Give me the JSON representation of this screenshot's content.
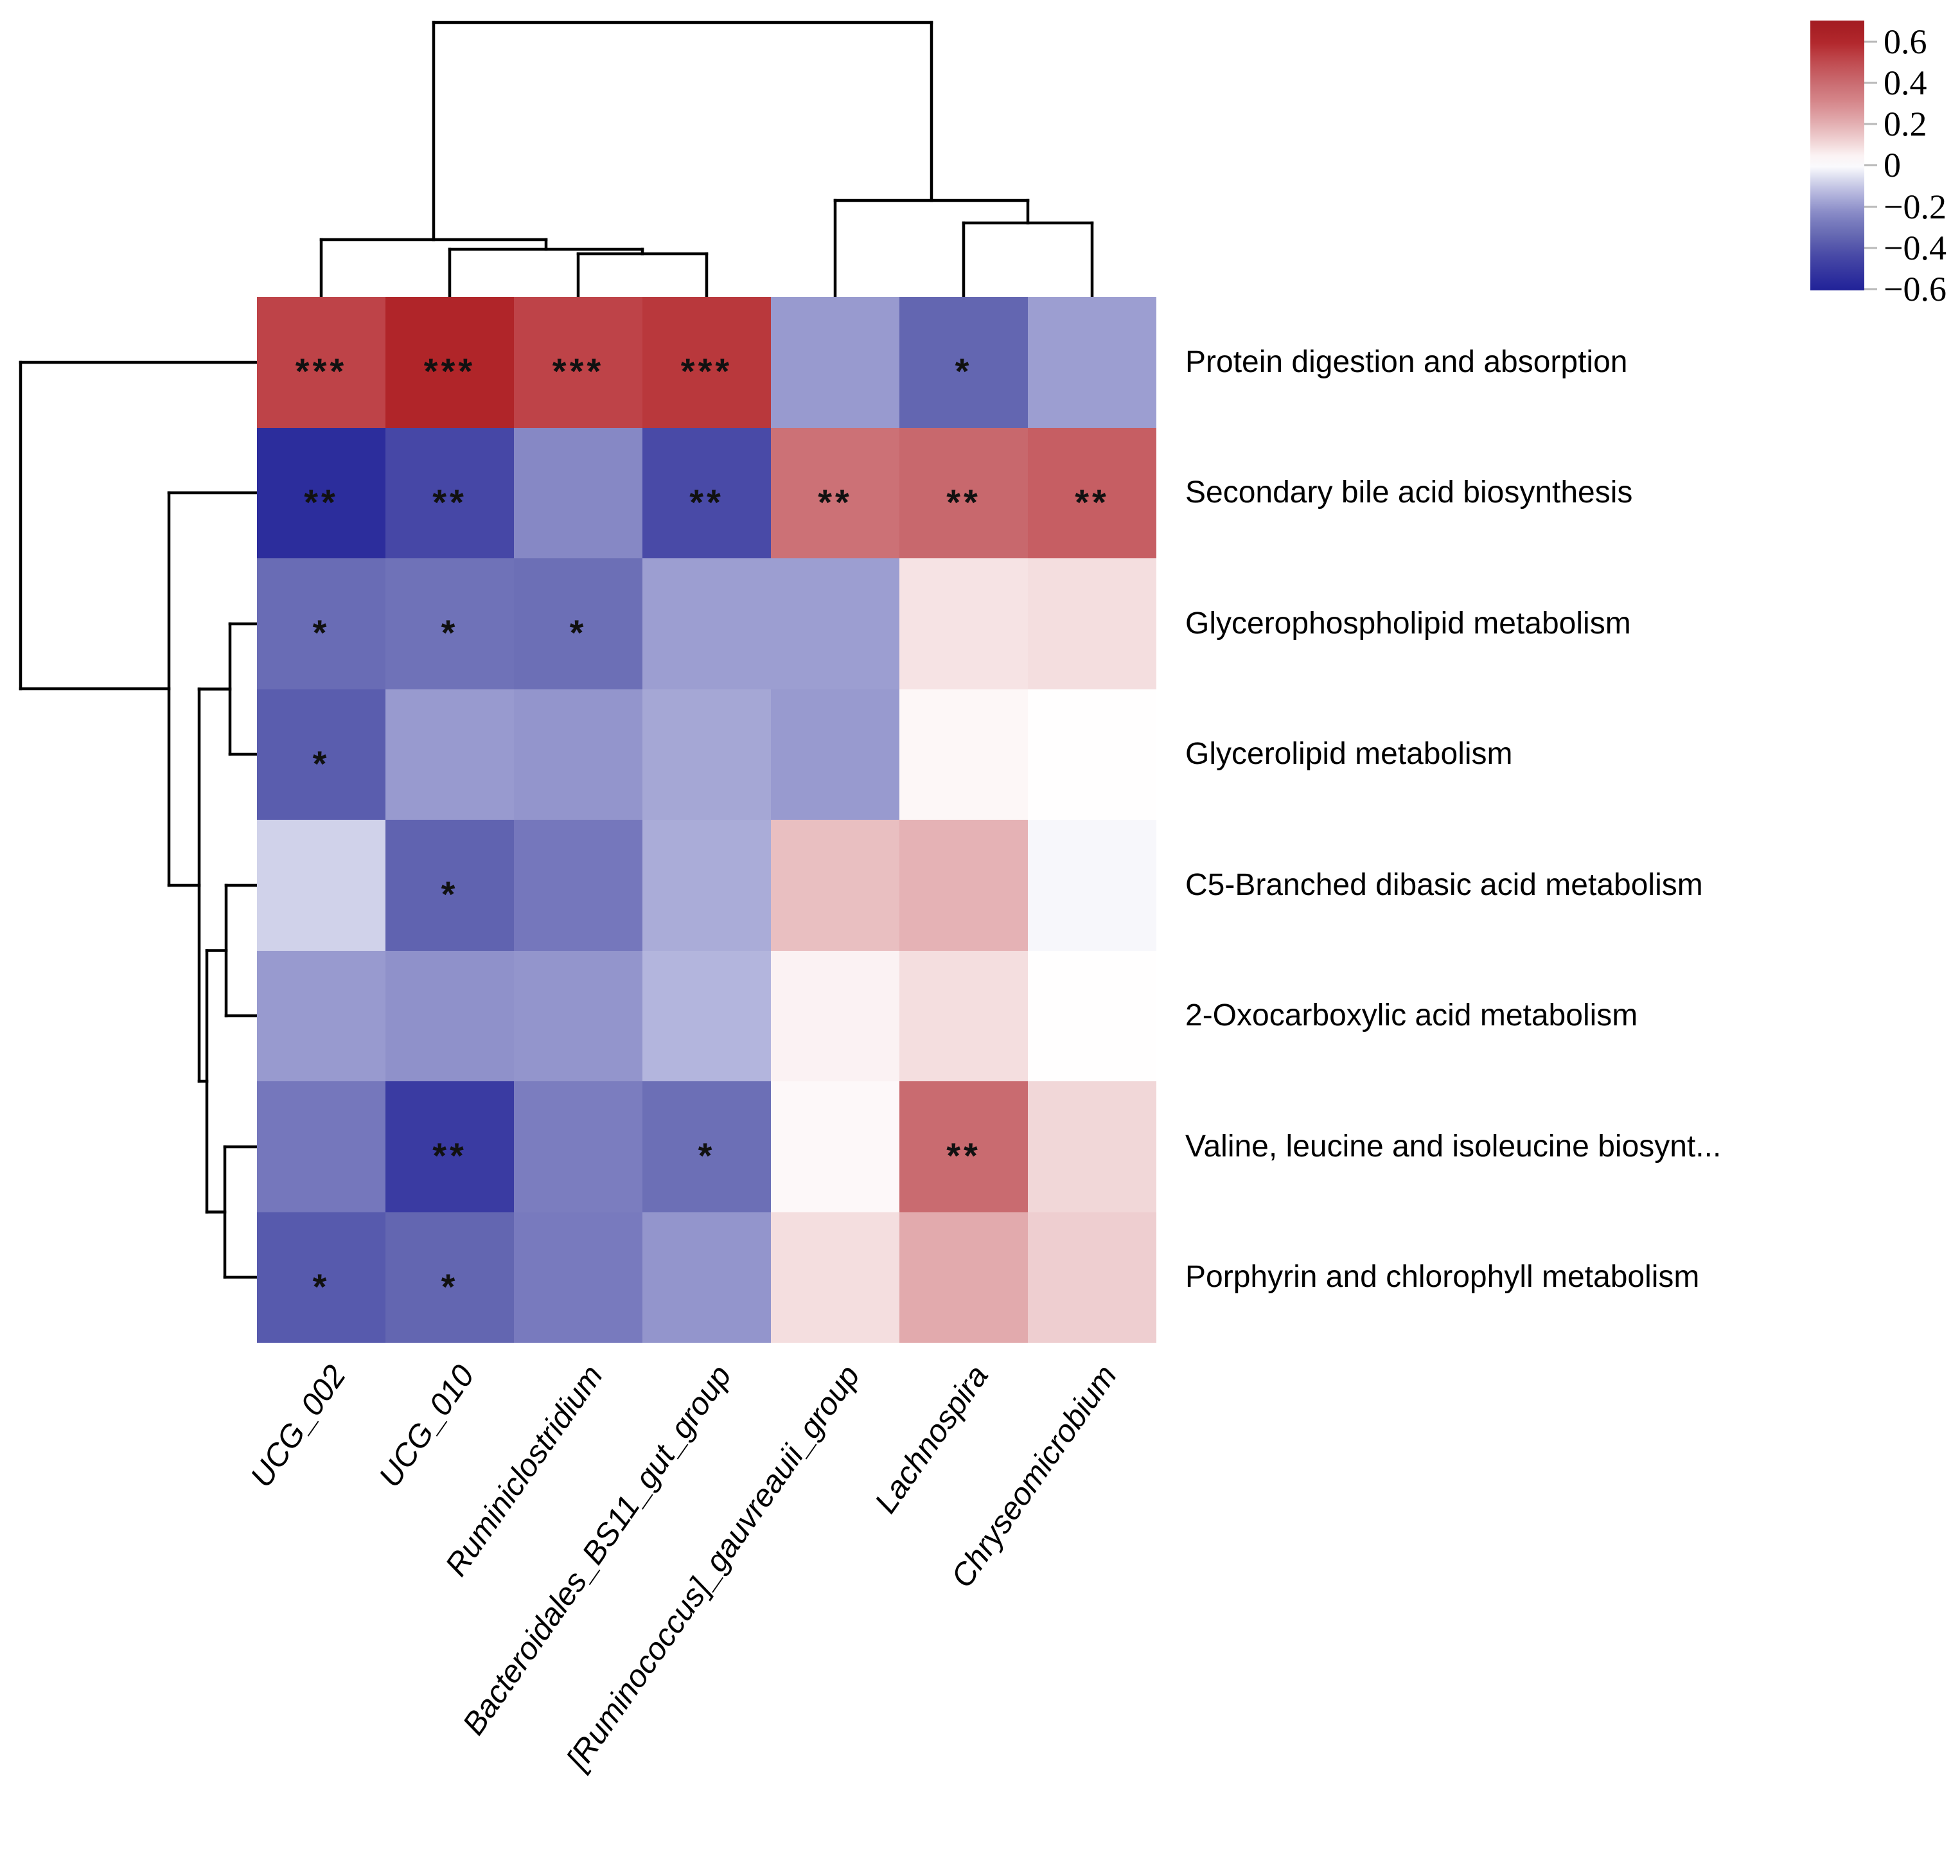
{
  "chart_data": {
    "type": "heatmap",
    "title": "",
    "x_categories": [
      "UCG_002",
      "UCG_010",
      "Ruminiclostridium",
      "Bacteroidales_BS11_gut_group",
      "[Ruminococcus]_gauvreauii_group",
      "Lachnospira",
      "Chryseomicrobium"
    ],
    "y_categories": [
      "Protein digestion and absorption",
      "Secondary bile acid biosynthesis",
      "Glycerophospholipid metabolism",
      "Glycerolipid metabolism",
      "C5-Branched dibasic acid metabolism",
      "2-Oxocarboxylic acid metabolism",
      "Valine, leucine and isoleucine biosynt...",
      "Porphyrin and chlorophyll metabolism"
    ],
    "values": [
      [
        0.52,
        0.6,
        0.52,
        0.55,
        -0.2,
        -0.35,
        -0.19
      ],
      [
        -0.56,
        -0.45,
        -0.24,
        -0.44,
        0.38,
        0.41,
        0.44
      ],
      [
        -0.33,
        -0.31,
        -0.32,
        -0.19,
        -0.19,
        0.08,
        0.09
      ],
      [
        -0.38,
        -0.2,
        -0.21,
        -0.17,
        -0.2,
        0.03,
        0.005
      ],
      [
        -0.085,
        -0.36,
        -0.29,
        -0.16,
        0.16,
        0.19,
        -0.015
      ],
      [
        -0.2,
        -0.22,
        -0.21,
        -0.14,
        0.045,
        0.09,
        0.003
      ],
      [
        -0.29,
        -0.5,
        -0.27,
        -0.32,
        0.025,
        0.4,
        0.105
      ],
      [
        -0.39,
        -0.35,
        -0.28,
        -0.21,
        0.09,
        0.21,
        0.125
      ]
    ],
    "significance": [
      [
        "***",
        "***",
        "***",
        "***",
        "",
        "*",
        ""
      ],
      [
        "**",
        "**",
        "",
        "**",
        "**",
        "**",
        "**"
      ],
      [
        "*",
        "*",
        "*",
        "",
        "",
        "",
        ""
      ],
      [
        "*",
        "",
        "",
        "",
        "",
        "",
        ""
      ],
      [
        "",
        "*",
        "",
        "",
        "",
        "",
        ""
      ],
      [
        "",
        "",
        "",
        "",
        "",
        "",
        ""
      ],
      [
        "",
        "**",
        "",
        "*",
        "",
        "**",
        ""
      ],
      [
        "*",
        "*",
        "",
        "",
        "",
        "",
        ""
      ]
    ],
    "color_scale": {
      "min": -0.6,
      "max": 0.6,
      "low": "#201f9b",
      "mid": "#ffffff",
      "high": "#a61e24",
      "legend_ticks": [
        "0.6",
        "0.4",
        "0.2",
        "0",
        "−0.2",
        "−0.4",
        "−0.6"
      ],
      "legend_tick_values": [
        0.6,
        0.4,
        0.2,
        0,
        -0.2,
        -0.4,
        -0.6
      ]
    },
    "colormap_stops": [
      [
        -0.65,
        "#191a94"
      ],
      [
        -0.55,
        "#2e2f9d"
      ],
      [
        -0.45,
        "#4647a6"
      ],
      [
        -0.35,
        "#6366b1"
      ],
      [
        -0.25,
        "#8183c3"
      ],
      [
        -0.15,
        "#aeb0da"
      ],
      [
        -0.05,
        "#e3e4f3"
      ],
      [
        0,
        "#ffffff"
      ],
      [
        0.05,
        "#fbf1f2"
      ],
      [
        0.1,
        "#f2d9da"
      ],
      [
        0.2,
        "#e3aeb1"
      ],
      [
        0.3,
        "#d6888c"
      ],
      [
        0.4,
        "#c96b70"
      ],
      [
        0.5,
        "#c14b50"
      ],
      [
        0.6,
        "#b02529"
      ],
      [
        0.7,
        "#a31c22"
      ]
    ],
    "legend_gradient_top_value": 0.7,
    "legend_gradient_bottom_value": -0.61,
    "column_dendrogram": {
      "newick": "((UCG_002,(UCG_010,(Ruminiclostridium,Bacteroidales_BS11_gut_group))),([Ruminococcus]_gauvreauii_group,(Lachnospira,Chryseomicrobium)));",
      "segments": [
        [
          675,
          35,
          1450,
          35
        ],
        [
          675,
          35,
          675,
          373
        ],
        [
          1450,
          35,
          1450,
          312
        ],
        [
          500,
          373,
          850,
          373
        ],
        [
          500,
          373,
          500,
          462
        ],
        [
          850,
          373,
          850,
          388
        ],
        [
          700,
          388,
          1000,
          388
        ],
        [
          700,
          388,
          700,
          462
        ],
        [
          1000,
          388,
          1000,
          395
        ],
        [
          900,
          395,
          1100,
          395
        ],
        [
          900,
          395,
          900,
          462
        ],
        [
          1100,
          395,
          1100,
          462
        ],
        [
          1300,
          312,
          1600,
          312
        ],
        [
          1300,
          312,
          1300,
          462
        ],
        [
          1600,
          312,
          1600,
          347
        ],
        [
          1500,
          347,
          1700,
          347
        ],
        [
          1500,
          347,
          1500,
          462
        ],
        [
          1700,
          347,
          1700,
          462
        ]
      ]
    },
    "row_dendrogram": {
      "newick": "(Protein digestion and absorption,(Secondary bile acid biosynthesis,((Glycerophospholipid metabolism,Glycerolipid metabolism),((C5-Branched dibasic acid metabolism,2-Oxocarboxylic acid metabolism),(Valine leucine and isoleucine biosynt,Porphyrin and chlorophyll metabolism)))));",
      "segments": [
        [
          32,
          564,
          400,
          564
        ],
        [
          32,
          564,
          32,
          1072
        ],
        [
          32,
          1072,
          263,
          1072
        ],
        [
          263,
          767,
          400,
          767
        ],
        [
          263,
          767,
          263,
          1378
        ],
        [
          263,
          1378,
          310,
          1378
        ],
        [
          310,
          1072.5,
          310,
          1683
        ],
        [
          310,
          1072.5,
          358,
          1072.5
        ],
        [
          310,
          1683,
          322,
          1683
        ],
        [
          358,
          971,
          358,
          1174
        ],
        [
          358,
          971,
          400,
          971
        ],
        [
          358,
          1174,
          400,
          1174
        ],
        [
          322,
          1479.5,
          322,
          1886.5
        ],
        [
          322,
          1479.5,
          352,
          1479.5
        ],
        [
          322,
          1886.5,
          350,
          1886.5
        ],
        [
          352,
          1378,
          352,
          1581
        ],
        [
          352,
          1378,
          400,
          1378
        ],
        [
          352,
          1581,
          400,
          1581
        ],
        [
          350,
          1785,
          350,
          1988
        ],
        [
          350,
          1785,
          400,
          1785
        ],
        [
          350,
          1988,
          400,
          1988
        ]
      ]
    }
  }
}
